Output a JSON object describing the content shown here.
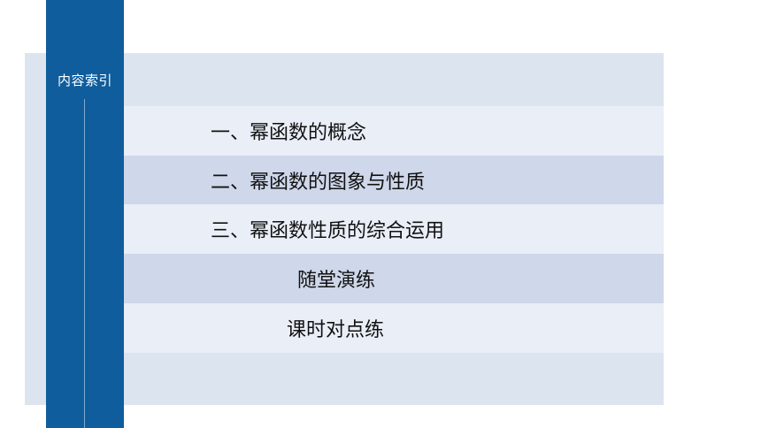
{
  "sidebar": {
    "title": "内容索引"
  },
  "menu": {
    "items": [
      {
        "label": "一、幂函数的概念"
      },
      {
        "label": "二、幂函数的图象与性质"
      },
      {
        "label": "三、幂函数性质的综合运用"
      },
      {
        "label": "随堂演练"
      },
      {
        "label": "课时对点练"
      }
    ]
  },
  "colors": {
    "sidebar": "#0f5d9c",
    "panel": "#dce5ef",
    "row_light": "#e9eef7",
    "row_dark": "#cfd7ea"
  }
}
